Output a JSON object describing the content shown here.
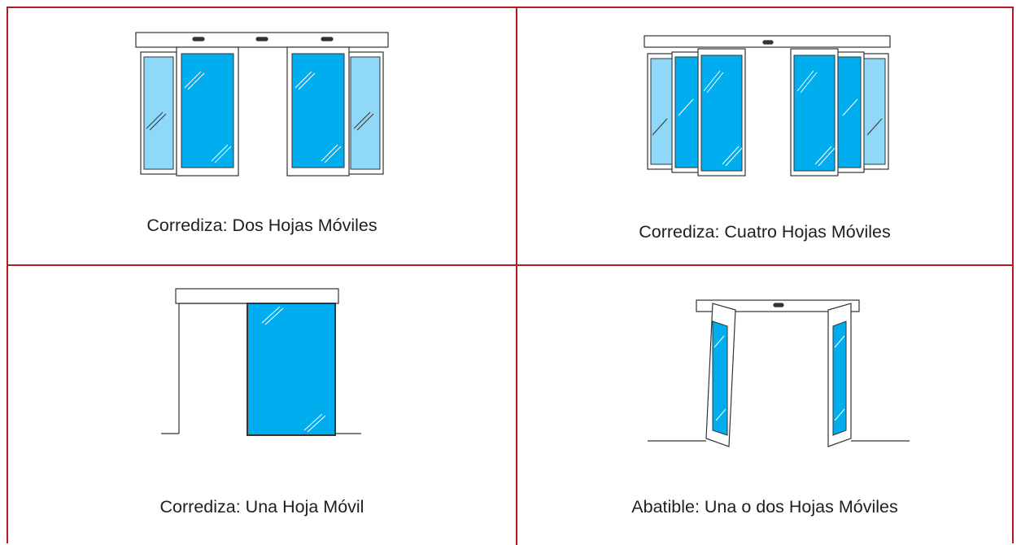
{
  "cells": [
    {
      "caption": "Corrediza: Dos Hojas Móviles",
      "icon": "sliding-two-leaf-door-icon"
    },
    {
      "caption": "Corrediza: Cuatro Hojas Móviles",
      "icon": "sliding-four-leaf-door-icon"
    },
    {
      "caption": "Corrediza: Una Hoja Móvil",
      "icon": "sliding-one-leaf-door-icon"
    },
    {
      "caption": "Abatible: Una o dos Hojas Móviles",
      "icon": "swing-door-icon"
    }
  ],
  "colors": {
    "border": "#b01e23",
    "glass": "#00aeef",
    "glass_light": "#8fd8f8",
    "frame": "#333333"
  }
}
